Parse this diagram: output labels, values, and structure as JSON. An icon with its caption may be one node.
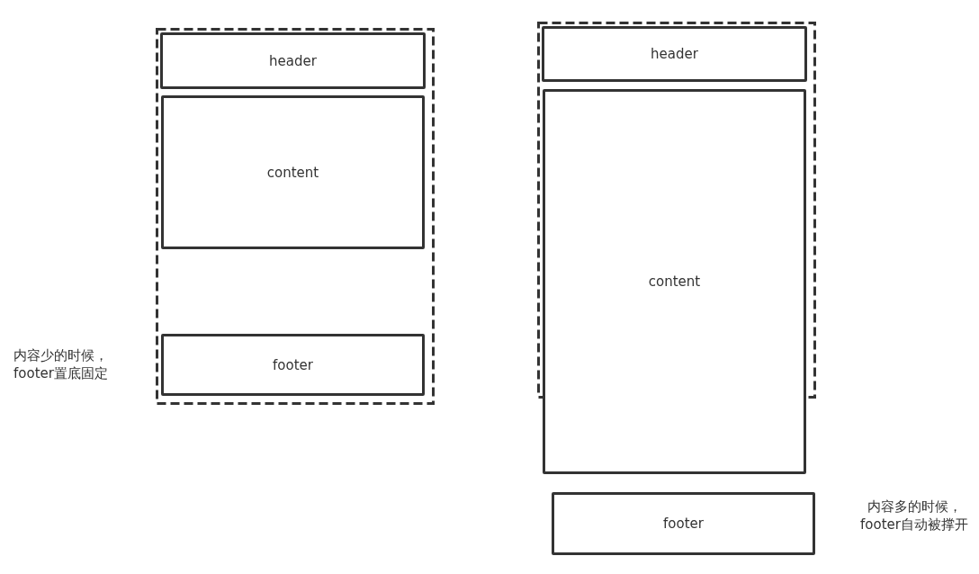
{
  "diagram": {
    "nodes": [
      {
        "text": [],
        "shape": "box"
      },
      {
        "text": [
          "header"
        ],
        "in": 0
      },
      {
        "text": [
          "content"
        ],
        "in": 0
      },
      {
        "text": [
          "footer"
        ],
        "in": 0
      },
      {
        "text": [],
        "shape": "box"
      },
      {
        "text": [
          "header"
        ],
        "in": 4
      },
      {
        "text": [
          "content"
        ]
      },
      {
        "text": [
          "footer"
        ]
      }
    ],
    "edges": [],
    "labels": [
      "内容少的时候，footer置底固定",
      "内容多的时候，footer自动被撑开"
    ]
  }
}
